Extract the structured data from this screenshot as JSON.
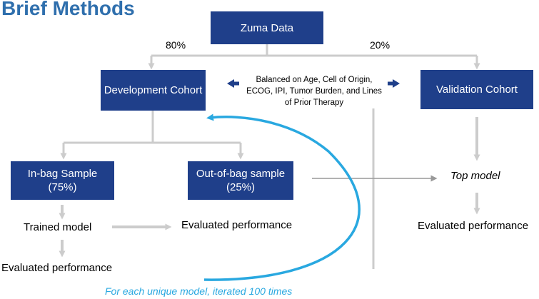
{
  "title": "Brief Methods",
  "nodes": {
    "zuma": "Zuma Data",
    "development": "Development Cohort",
    "validation": "Validation Cohort",
    "inbag": "In-bag Sample (75%)",
    "outofbag": "Out-of-bag sample (25%)"
  },
  "labels": {
    "split_dev": "80%",
    "split_val": "20%",
    "balanced": "Balanced on Age, Cell of Origin, ECOG, IPI, Tumor Burden, and Lines of Prior Therapy",
    "trained_model": "Trained model",
    "evaluated_perf_oob": "Evaluated performance",
    "evaluated_perf_inbag": "Evaluated performance",
    "top_model": "Top model",
    "evaluated_perf_val": "Evaluated performance",
    "iteration_note": "For each unique model, iterated 100 times"
  },
  "colors": {
    "title": "#2f6fad",
    "box_fill": "#1f3f8a",
    "box_text": "#ffffff",
    "connector": "#cccccc",
    "loop_arrow": "#29a8e0",
    "double_arrow": "#1f3f8a"
  }
}
